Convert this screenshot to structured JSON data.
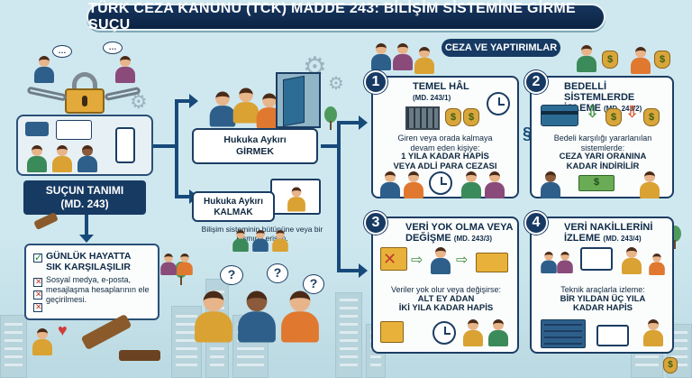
{
  "title": "TÜRK CEZA KANUNU (TCK) MADDE 243: BİLİŞİM SİSTEMİNE GİRME SUÇU",
  "definition": {
    "label_line1": "SUÇUN TANIMI",
    "label_line2": "(MD. 243)"
  },
  "daily_life": {
    "title_line1": "GÜNLÜK HAYATTA",
    "title_line2": "SIK KARŞILAŞILIR",
    "text": "Sosyal medya, e-posta, mesajlaşma hesaplarının ele geçirilmesi."
  },
  "actions": {
    "enter_line1": "Hukuka Aykırı",
    "enter_line2": "GİRMEK",
    "stay_line1": "Hukuka Aykırı",
    "stay_line2": "KALMAK",
    "note": "Bilişim sisteminin bütününe veya bir kısmına erişim."
  },
  "sanctions_label": "CEZA VE YAPTIRIMLAR",
  "cards": [
    {
      "number": "1",
      "title": "TEMEL HÂL",
      "article": "(MD. 243/1)",
      "text_line1": "Giren veya orada kalmaya",
      "text_line2": "devam eden kişiye:",
      "strong_line1": "1 YILA KADAR HAPİS",
      "strong_line2": "VEYA ADLİ PARA CEZASI"
    },
    {
      "number": "2",
      "title_line1": "BEDELLİ SİSTEMLERDE",
      "title_line2": "İŞLEME",
      "article": "(MD. 243/2)",
      "text_line1": "Bedeli karşılığı yararlanılan",
      "text_line2": "sistemlerde:",
      "strong_line1": "CEZA YARI ORANINA",
      "strong_line2": "KADAR İNDİRİLİR"
    },
    {
      "number": "3",
      "title_line1": "VERİ YOK OLMA VEYA",
      "title_line2": "DEĞİŞME",
      "article": "(MD. 243/3)",
      "text_line1": "Veriler yok olur veya değişirse:",
      "strong_line1": "ALT EY ADAN",
      "strong_line2": "İKİ YILA KADAR HAPİS"
    },
    {
      "number": "4",
      "title_line1": "VERİ NAKİLLERİNİ",
      "title_line2": "İZLEME",
      "article": "(MD. 243/4)",
      "text_line1": "Teknik araçlarla izleme:",
      "strong_line1": "BİR YILDAN ÜÇ YILA",
      "strong_line2": "KADAR HAPİS"
    }
  ],
  "icons": {
    "money_symbol": "$",
    "question": "?",
    "paragraph": "§"
  },
  "colors": {
    "navy": "#173a63",
    "background": "#cfe8ef",
    "accent_orange": "#e0782f",
    "accent_green": "#4e9a5d",
    "money_gold": "#d8a63a"
  }
}
